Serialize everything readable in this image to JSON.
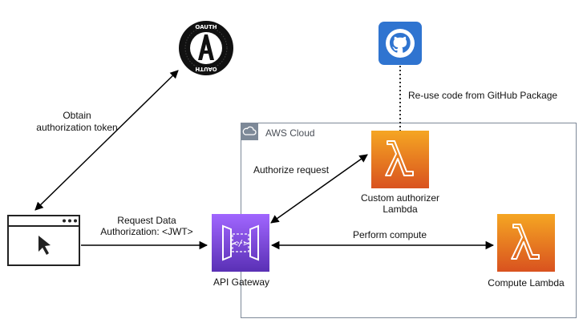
{
  "cloud": {
    "label": "AWS Cloud",
    "icon": "aws-cloud-icon"
  },
  "nodes": {
    "oauth": {
      "icon": "oauth-logo-icon",
      "ring_text": "OAUTH",
      "letter": "A"
    },
    "github": {
      "icon": "github-icon"
    },
    "browser": {
      "icon": "browser-window-icon"
    },
    "api_gateway": {
      "label": "API Gateway",
      "icon": "api-gateway-icon"
    },
    "custom_authorizer": {
      "label_line1": "Custom authorizer",
      "label_line2": "Lambda",
      "icon": "lambda-icon"
    },
    "compute_lambda": {
      "label": "Compute Lambda",
      "icon": "lambda-icon"
    }
  },
  "edges": {
    "obtain_token": {
      "line1": "Obtain",
      "line2": "authorization token"
    },
    "reuse_code": {
      "label": "Re-use code from GitHub Package"
    },
    "authorize_request": {
      "label": "Authorize request"
    },
    "request_data": {
      "line1": "Request Data",
      "line2": "Authorization: <JWT>"
    },
    "perform_compute": {
      "label": "Perform compute"
    }
  },
  "colors": {
    "lambda_gradient_top": "#f5a623",
    "lambda_gradient_bottom": "#d9521f",
    "api_gateway_top": "#a166ff",
    "api_gateway_bottom": "#5a30b5",
    "github_blue": "#2f74d0",
    "cloud_border": "#7d8998"
  }
}
